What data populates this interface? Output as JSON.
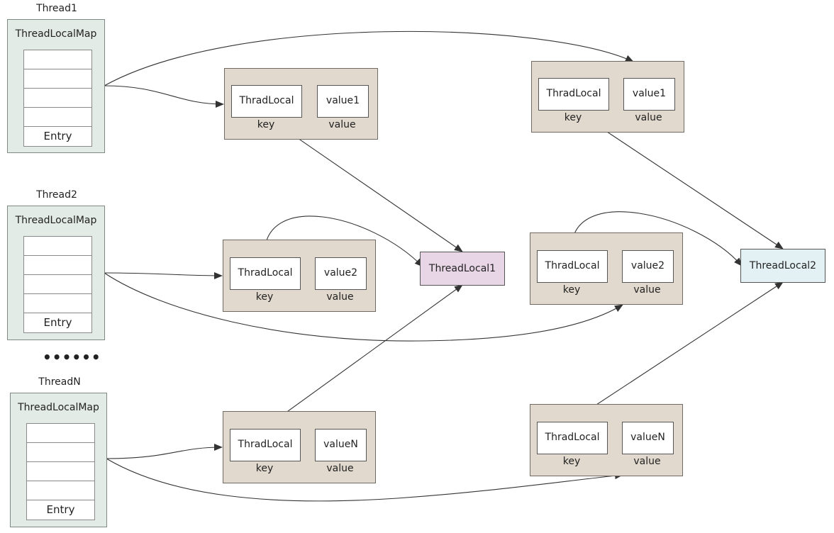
{
  "threads": [
    {
      "label": "Thread1",
      "map_title": "ThreadLocalMap",
      "entry_label": "Entry"
    },
    {
      "label": "Thread2",
      "map_title": "ThreadLocalMap",
      "entry_label": "Entry"
    },
    {
      "label": "ThreadN",
      "map_title": "ThreadLocalMap",
      "entry_label": "Entry"
    }
  ],
  "ellipsis": "••••••",
  "entries": {
    "t1_tl1": {
      "key_text": "ThradLocal",
      "value_text": "value1",
      "key_label": "key",
      "value_label": "value"
    },
    "t1_tl2": {
      "key_text": "ThradLocal",
      "value_text": "value1",
      "key_label": "key",
      "value_label": "value"
    },
    "t2_tl1": {
      "key_text": "ThradLocal",
      "value_text": "value2",
      "key_label": "key",
      "value_label": "value"
    },
    "t2_tl2": {
      "key_text": "ThradLocal",
      "value_text": "value2",
      "key_label": "key",
      "value_label": "value"
    },
    "tn_tl1": {
      "key_text": "ThradLocal",
      "value_text": "valueN",
      "key_label": "key",
      "value_label": "value"
    },
    "tn_tl2": {
      "key_text": "ThradLocal",
      "value_text": "valueN",
      "key_label": "key",
      "value_label": "value"
    }
  },
  "threadlocals": {
    "tl1": {
      "label": "ThreadLocal1",
      "color": "#e8d6e6"
    },
    "tl2": {
      "label": "ThreadLocal2",
      "color": "#e3f1f4"
    }
  },
  "colors": {
    "thread_box": "#e3ebe6",
    "entry_box": "#e1d9cd",
    "arrow": "#333333"
  }
}
